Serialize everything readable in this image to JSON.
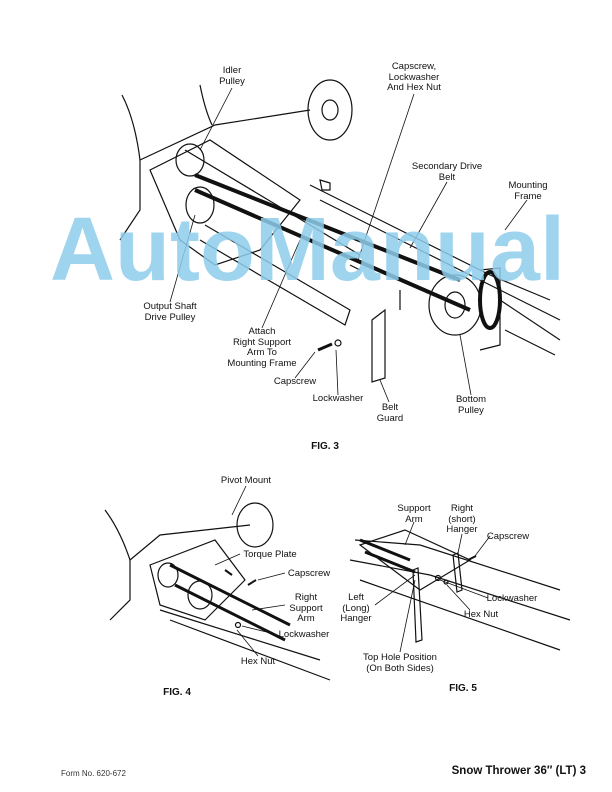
{
  "fig3": {
    "caption": "FIG. 3",
    "labels": {
      "idler_pulley": [
        "Idler",
        "Pulley"
      ],
      "capscrew_set": [
        "Capscrew,",
        "Lockwasher",
        "And Hex Nut"
      ],
      "secondary_belt": [
        "Secondary Drive",
        "Belt"
      ],
      "mounting_frame": [
        "Mounting",
        "Frame"
      ],
      "output_shaft": [
        "Output Shaft",
        "Drive Pulley"
      ],
      "attach_arm": [
        "Attach",
        "Right Support",
        "Arm To",
        "Mounting Frame"
      ],
      "capscrew": "Capscrew",
      "lockwasher": "Lockwasher",
      "belt_guard": [
        "Belt",
        "Guard"
      ],
      "bottom_pulley": [
        "Bottom",
        "Pulley"
      ]
    }
  },
  "fig4": {
    "caption": "FIG. 4",
    "labels": {
      "pivot_mount": "Pivot Mount",
      "torque_plate": "Torque Plate",
      "capscrew": "Capscrew",
      "right_support_arm": [
        "Right",
        "Support",
        "Arm"
      ],
      "lockwasher": "Lockwasher",
      "hex_nut": "Hex Nut"
    }
  },
  "fig5": {
    "caption": "FIG. 5",
    "labels": {
      "support_arm": [
        "Support",
        "Arm"
      ],
      "right_hanger": [
        "Right",
        "(short)",
        "Hanger"
      ],
      "capscrew": "Capscrew",
      "lockwasher": "Lockwasher",
      "hex_nut": "Hex Nut",
      "left_hanger": [
        "Left",
        "(Long)",
        "Hanger"
      ],
      "top_hole": [
        "Top Hole Position",
        "(On Both Sides)"
      ]
    }
  },
  "watermark": "AutoManual",
  "footer": {
    "form_no": "Form No. 620-672",
    "page_title": "Snow Thrower 36″ (LT) 3"
  }
}
